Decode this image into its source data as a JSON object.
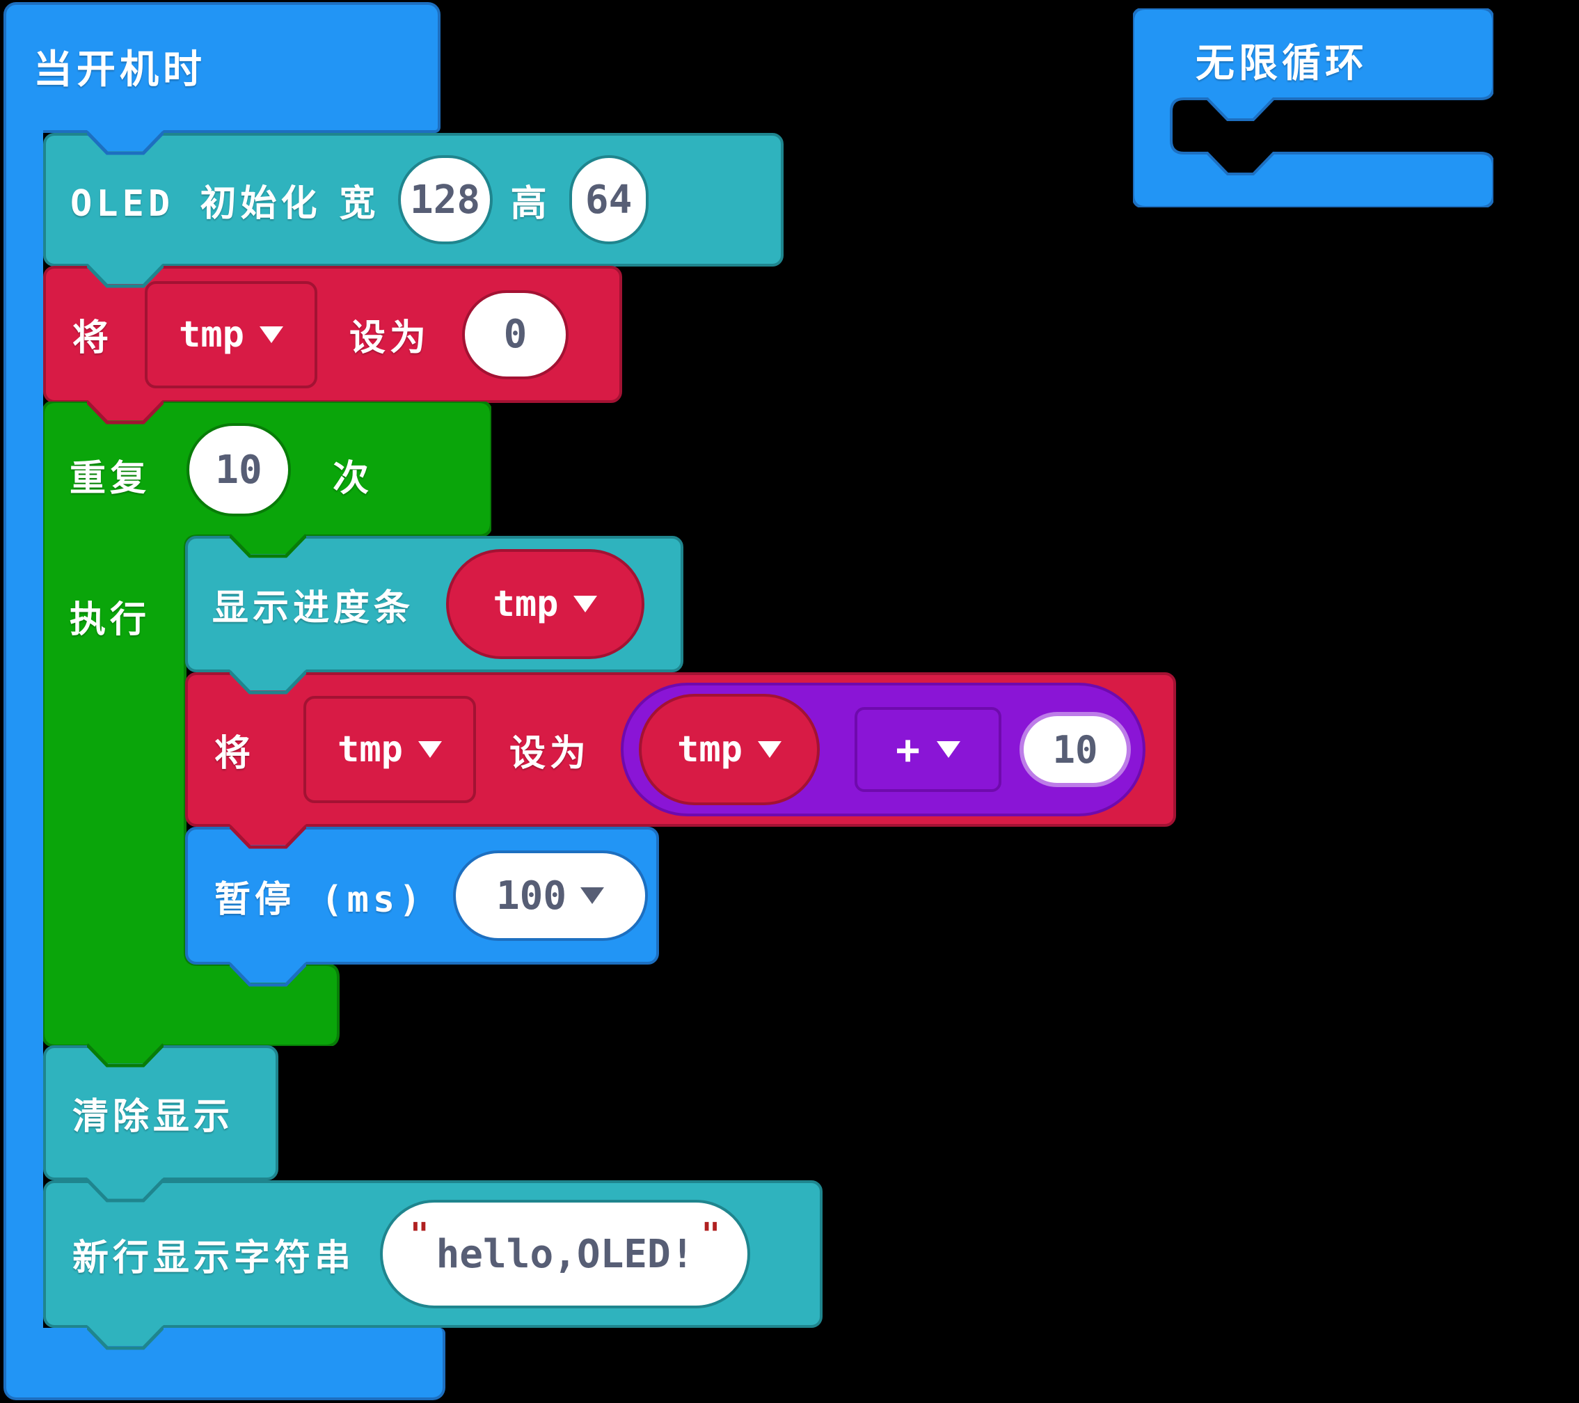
{
  "blocks": {
    "on_start": {
      "label": "当开机时"
    },
    "forever": {
      "label": "无限循环"
    },
    "oled_init": {
      "label": "OLED 初始化",
      "width_label": "宽",
      "width_value": "128",
      "height_label": "高",
      "height_value": "64"
    },
    "set_tmp": {
      "prefix": "将",
      "variable": "tmp",
      "suffix": "设为",
      "value": "0"
    },
    "repeat": {
      "prefix": "重复",
      "count": "10",
      "suffix": "次",
      "do_label": "执行"
    },
    "show_progress": {
      "label": "显示进度条",
      "variable": "tmp"
    },
    "set_expr": {
      "prefix": "将",
      "variable": "tmp",
      "suffix": "设为",
      "expr_variable": "tmp",
      "operator": "+",
      "operand": "10"
    },
    "pause": {
      "label": "暂停 (ms)",
      "value": "100"
    },
    "clear": {
      "label": "清除显示"
    },
    "show_string": {
      "label": "新行显示字符串",
      "open_quote": "\"",
      "value": "hello,OLED!",
      "close_quote": "\""
    }
  },
  "colors": {
    "event_blue": "#2295F5",
    "display_teal": "#2FB3BE",
    "variable_red": "#D81B45",
    "loop_green": "#0AA50A",
    "math_purple": "#8A15D6",
    "field_text": "#575E75",
    "quote_red": "#B02020"
  }
}
